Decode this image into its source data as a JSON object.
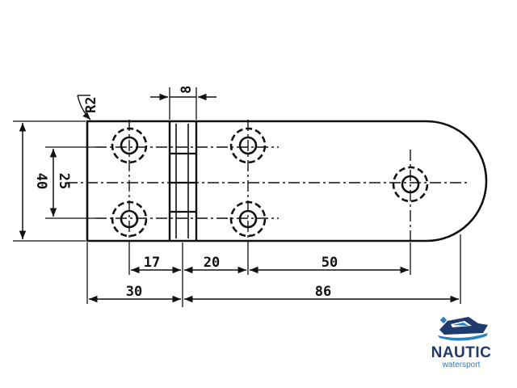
{
  "drawing": {
    "labels": {
      "corner_radius": "R2",
      "knuckle_thickness": "8",
      "overall_height": "40",
      "hole_spacing_vertical": "25",
      "hole_offset_left": "17",
      "hole_spacing_right": "20",
      "hole_spacing_far": "50",
      "left_leaf_width": "30",
      "right_leaf_width": "86"
    },
    "colors": {
      "line": "#111111"
    }
  },
  "logo": {
    "name": "NAUTIC",
    "tagline": "watersport",
    "icon": "boat-icon",
    "colors": {
      "primary": "#1e3a6e",
      "accent": "#2a7fc0"
    }
  }
}
